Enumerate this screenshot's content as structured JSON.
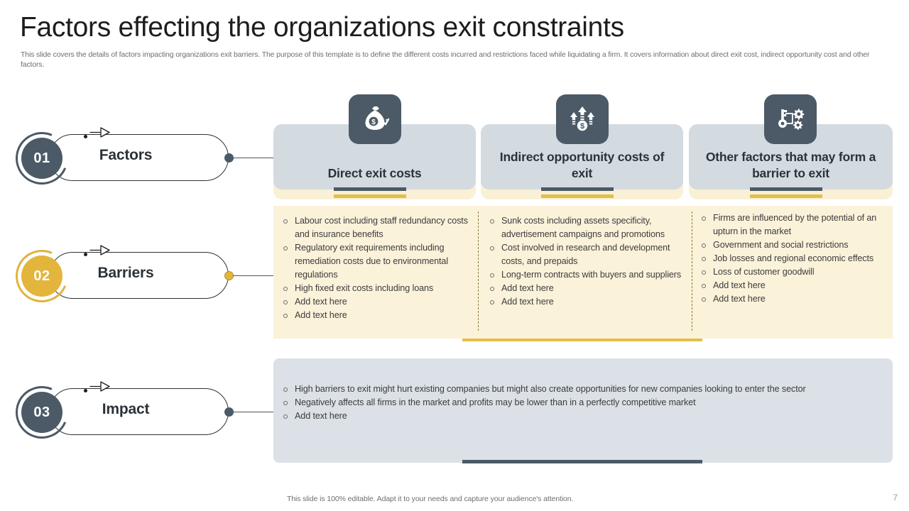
{
  "header": {
    "title": "Factors effecting the organizations exit constraints",
    "subtitle": "This slide covers the details of factors impacting organizations exit barriers. The purpose of this template is to define the different costs incurred and restrictions faced while liquidating a firm. It covers information about direct exit cost, indirect opportunity cost and other factors."
  },
  "colors": {
    "slate": "#4b5a66",
    "gold": "#e3b53c",
    "cream_band": "#fbf2da",
    "header_card": "#d3dae0",
    "impact_card": "#dbe1e6",
    "gold_bar": "#e3be4a"
  },
  "steps": [
    {
      "number": "01",
      "label": "Factors",
      "accent": false
    },
    {
      "number": "02",
      "label": "Barriers",
      "accent": true
    },
    {
      "number": "03",
      "label": "Impact",
      "accent": false
    }
  ],
  "columns": [
    {
      "title": "Direct exit costs",
      "icon": "money-bag-growth-icon",
      "bullets": [
        "Labour cost including staff redundancy costs and insurance benefits",
        "Regulatory exit requirements including remediation costs due to environmental regulations",
        "High fixed exit costs including loans",
        "Add text here",
        "Add text here"
      ]
    },
    {
      "title": "Indirect opportunity costs of exit",
      "icon": "rising-arrows-dollar-icon",
      "bullets": [
        "Sunk costs including assets specificity, advertisement campaigns and promotions",
        "Cost involved in research and development costs, and prepaids",
        "Long-term contracts with buyers and suppliers",
        "Add text here",
        "Add text here"
      ]
    },
    {
      "title": "Other factors that may form a barrier to exit",
      "icon": "key-gears-icon",
      "bullets": [
        "Firms are influenced by the potential of an upturn in the market",
        "Government and social restrictions",
        "Job losses and regional economic effects",
        "Loss of customer goodwill",
        "Add text here",
        "Add text here"
      ]
    }
  ],
  "impact": {
    "bullets": [
      "High barriers to exit might hurt existing companies but might also create opportunities for new companies looking to enter the sector",
      "Negatively affects all firms in the market and profits may be lower than in a perfectly competitive market",
      "Add text here"
    ]
  },
  "footer": {
    "note": "This slide is 100% editable. Adapt it to your needs and capture your audience's attention.",
    "page_number": "7"
  }
}
